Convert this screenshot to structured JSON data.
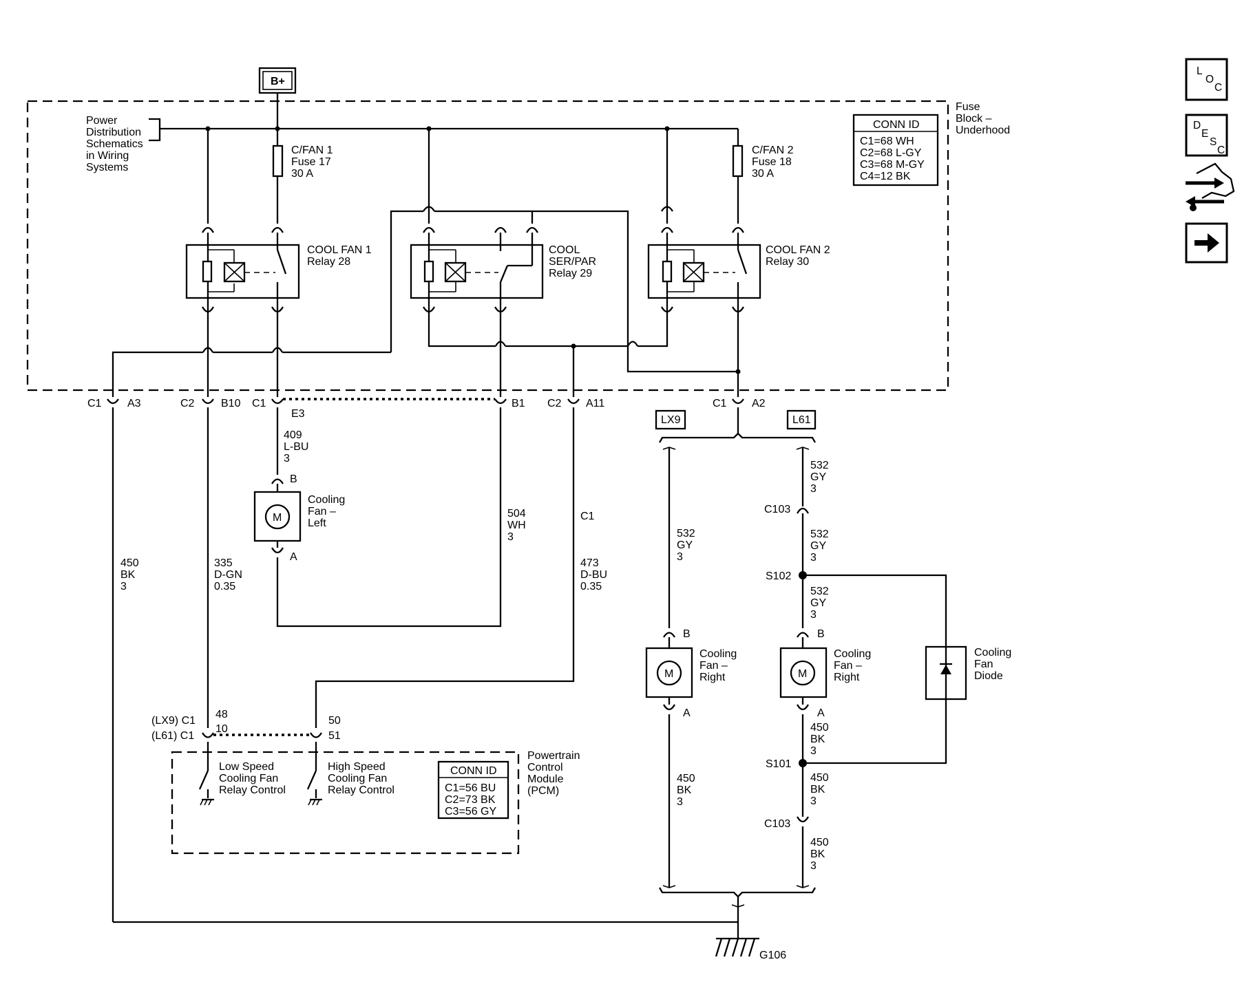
{
  "supply": {
    "bplus": "B+"
  },
  "fuse_block": {
    "name": [
      "Fuse",
      "Block –",
      "Underhood"
    ],
    "power_dist_note": [
      "Power",
      "Distribution",
      "Schematics",
      "in Wiring",
      "Systems"
    ],
    "fuse1": [
      "C/FAN 1",
      "Fuse 17",
      "30 A"
    ],
    "fuse2": [
      "C/FAN 2",
      "Fuse 18",
      "30 A"
    ],
    "relay1": [
      "COOL FAN 1",
      "Relay 28"
    ],
    "relay_serpar": [
      "COOL",
      "SER/PAR",
      "Relay 29"
    ],
    "relay2": [
      "COOL FAN 2",
      "Relay 30"
    ],
    "conn_id": {
      "title": "CONN ID",
      "rows": [
        "C1=68 WH",
        "C2=68 L-GY",
        "C3=68 M-GY",
        "C4=12 BK"
      ]
    }
  },
  "connectors": {
    "c1_a3": [
      "C1",
      "A3"
    ],
    "c2_b10": [
      "C2",
      "B10"
    ],
    "c1_e3": [
      "C1",
      "E3"
    ],
    "b1": "B1",
    "c2_a11": [
      "C2",
      "A11"
    ],
    "c1_a2": [
      "C1",
      "A2"
    ]
  },
  "wires": {
    "w409": [
      "409",
      "L-BU",
      "3"
    ],
    "w450_left": [
      "450",
      "BK",
      "3"
    ],
    "w335": [
      "335",
      "D-GN",
      "0.35"
    ],
    "w504": [
      "504",
      "WH",
      "3"
    ],
    "w473_c1": "C1",
    "w473": [
      "473",
      "D-BU",
      "0.35"
    ],
    "w532_lx9": [
      "532",
      "GY",
      "3"
    ],
    "w450_lx9": [
      "450",
      "BK",
      "3"
    ],
    "w532_a": [
      "532",
      "GY",
      "3"
    ],
    "w532_b": [
      "532",
      "GY",
      "3"
    ],
    "w532_c": [
      "532",
      "GY",
      "3"
    ],
    "w450_a": [
      "450",
      "BK",
      "3"
    ],
    "w450_b": [
      "450",
      "BK",
      "3"
    ],
    "w450_c": [
      "450",
      "BK",
      "3"
    ]
  },
  "motors": {
    "left": {
      "label": [
        "Cooling",
        "Fan –",
        "Left"
      ],
      "pin_top": "B",
      "pin_bot": "A",
      "symbol": "M"
    },
    "right_lx9": {
      "label": [
        "Cooling",
        "Fan –",
        "Right"
      ],
      "pin_top": "B",
      "pin_bot": "A",
      "symbol": "M"
    },
    "right_l61": {
      "label": [
        "Cooling",
        "Fan –",
        "Right"
      ],
      "pin_top": "B",
      "pin_bot": "A",
      "symbol": "M"
    }
  },
  "options": {
    "lx9": "LX9",
    "l61": "L61"
  },
  "splices": {
    "s102": "S102",
    "s101": "S101",
    "c103_top": "C103",
    "c103_bot": "C103"
  },
  "diode": [
    "Cooling",
    "Fan",
    "Diode"
  ],
  "pcm": {
    "name": [
      "Powertrain",
      "Control",
      "Module",
      "(PCM)"
    ],
    "conn_labels": [
      "(LX9) C1",
      "(L61) C1"
    ],
    "pins_low": [
      "48",
      "10"
    ],
    "pins_high": [
      "50",
      "51"
    ],
    "low_ctrl": [
      "Low Speed",
      "Cooling Fan",
      "Relay Control"
    ],
    "high_ctrl": [
      "High Speed",
      "Cooling Fan",
      "Relay Control"
    ],
    "conn_id": {
      "title": "CONN ID",
      "rows": [
        "C1=56 BU",
        "C2=73 BK",
        "C3=56 GY"
      ]
    }
  },
  "ground": "G106",
  "nav_icons": {
    "loc": [
      "L",
      "O",
      "C"
    ],
    "desc": [
      "D",
      "E",
      "S",
      "C"
    ],
    "items": [
      "loc-icon",
      "desc-icon",
      "connector-end-view-icon",
      "next-arrow-icon"
    ]
  }
}
